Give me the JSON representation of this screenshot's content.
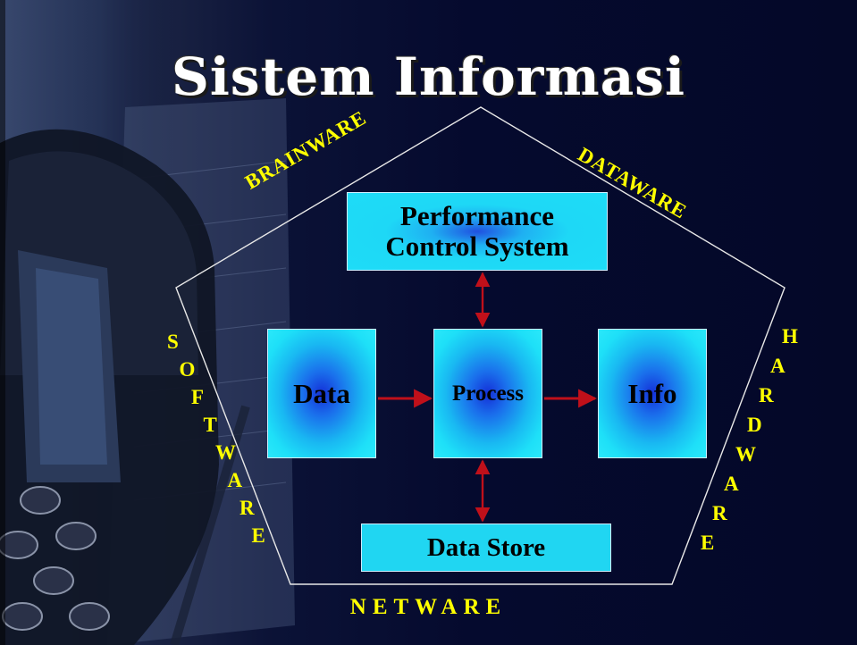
{
  "title": "Sistem Informasi",
  "colors": {
    "background": "#050a2e",
    "title": "#ffffff",
    "side_labels": "#ffff00",
    "box_fill": "#1ee0f8",
    "box_glow": "#1530d8",
    "arrow": "#c0101a",
    "pentagon": "#e8e8e8"
  },
  "boxes": {
    "performance": [
      "Performance",
      "Control System"
    ],
    "data": "Data",
    "process": "Process",
    "info": "Info",
    "data_store": "Data Store"
  },
  "side_labels": {
    "brainware": "BRAINWARE",
    "dataware": "DATAWARE",
    "software": "SOFTWARE",
    "hardware": "HARDWARE",
    "netware": "NETWARE"
  },
  "icons": [
    "phone-photo",
    "arrow-right-icon",
    "arrow-updown-icon"
  ]
}
